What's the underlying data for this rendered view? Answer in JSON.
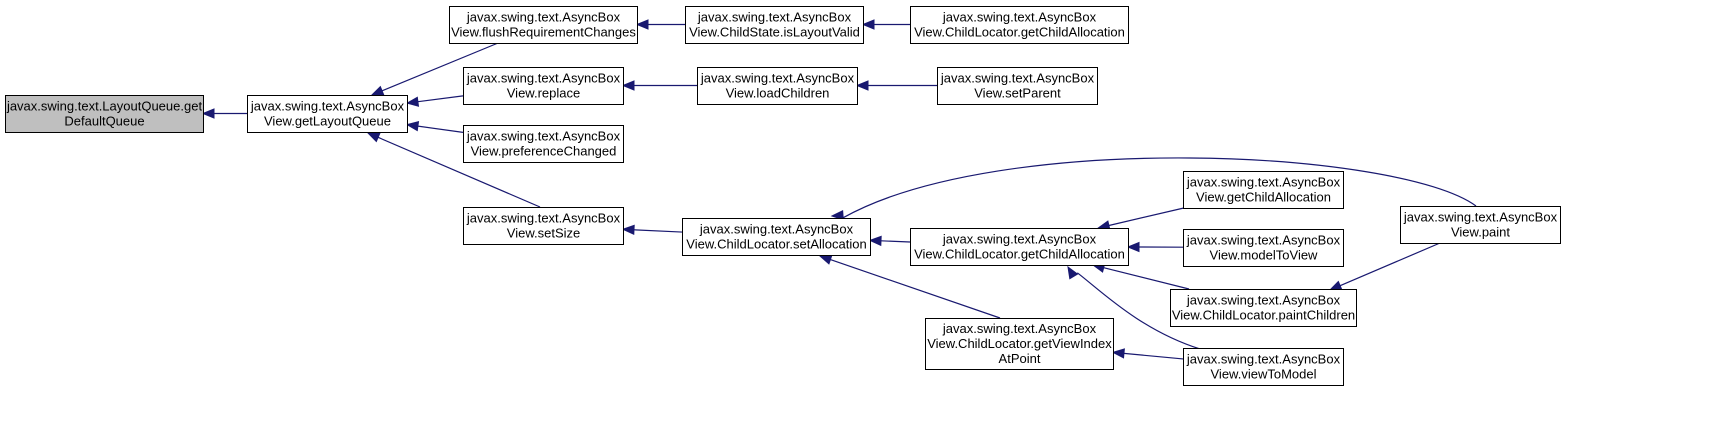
{
  "nodes": [
    {
      "id": "getDefaultQueue",
      "lines": [
        "javax.swing.text.LayoutQueue.get",
        "DefaultQueue"
      ],
      "root": true
    },
    {
      "id": "getLayoutQueue",
      "lines": [
        "javax.swing.text.AsyncBox",
        "View.getLayoutQueue"
      ]
    },
    {
      "id": "flushRequirementChanges",
      "lines": [
        "javax.swing.text.AsyncBox",
        "View.flushRequirementChanges"
      ]
    },
    {
      "id": "replace",
      "lines": [
        "javax.swing.text.AsyncBox",
        "View.replace"
      ]
    },
    {
      "id": "preferenceChanged",
      "lines": [
        "javax.swing.text.AsyncBox",
        "View.preferenceChanged"
      ]
    },
    {
      "id": "setSize",
      "lines": [
        "javax.swing.text.AsyncBox",
        "View.setSize"
      ]
    },
    {
      "id": "isLayoutValid",
      "lines": [
        "javax.swing.text.AsyncBox",
        "View.ChildState.isLayoutValid"
      ]
    },
    {
      "id": "loadChildren",
      "lines": [
        "javax.swing.text.AsyncBox",
        "View.loadChildren"
      ]
    },
    {
      "id": "setAllocation",
      "lines": [
        "javax.swing.text.AsyncBox",
        "View.ChildLocator.setAllocation"
      ]
    },
    {
      "id": "locGetChildAllocationTop",
      "lines": [
        "javax.swing.text.AsyncBox",
        "View.ChildLocator.getChildAllocation"
      ]
    },
    {
      "id": "setParent",
      "lines": [
        "javax.swing.text.AsyncBox",
        "View.setParent"
      ]
    },
    {
      "id": "locGetChildAllocation",
      "lines": [
        "javax.swing.text.AsyncBox",
        "View.ChildLocator.getChildAllocation"
      ]
    },
    {
      "id": "getViewIndexAtPoint",
      "lines": [
        "javax.swing.text.AsyncBox",
        "View.ChildLocator.getViewIndex",
        "AtPoint"
      ]
    },
    {
      "id": "viewGetChildAllocation",
      "lines": [
        "javax.swing.text.AsyncBox",
        "View.getChildAllocation"
      ]
    },
    {
      "id": "modelToView",
      "lines": [
        "javax.swing.text.AsyncBox",
        "View.modelToView"
      ]
    },
    {
      "id": "paintChildren",
      "lines": [
        "javax.swing.text.AsyncBox",
        "View.ChildLocator.paintChildren"
      ]
    },
    {
      "id": "viewToModel",
      "lines": [
        "javax.swing.text.AsyncBox",
        "View.viewToModel"
      ]
    },
    {
      "id": "paint",
      "lines": [
        "javax.swing.text.AsyncBox",
        "View.paint"
      ]
    }
  ],
  "edges": [
    {
      "from": "getLayoutQueue",
      "to": "getDefaultQueue"
    },
    {
      "from": "flushRequirementChanges",
      "to": "getLayoutQueue"
    },
    {
      "from": "replace",
      "to": "getLayoutQueue"
    },
    {
      "from": "preferenceChanged",
      "to": "getLayoutQueue"
    },
    {
      "from": "setSize",
      "to": "getLayoutQueue"
    },
    {
      "from": "isLayoutValid",
      "to": "flushRequirementChanges"
    },
    {
      "from": "locGetChildAllocationTop",
      "to": "isLayoutValid"
    },
    {
      "from": "loadChildren",
      "to": "replace"
    },
    {
      "from": "setParent",
      "to": "loadChildren"
    },
    {
      "from": "setAllocation",
      "to": "setSize"
    },
    {
      "from": "locGetChildAllocation",
      "to": "setAllocation"
    },
    {
      "from": "getViewIndexAtPoint",
      "to": "setAllocation"
    },
    {
      "from": "paint",
      "to": "setAllocation"
    },
    {
      "from": "viewGetChildAllocation",
      "to": "locGetChildAllocation"
    },
    {
      "from": "modelToView",
      "to": "locGetChildAllocation"
    },
    {
      "from": "paintChildren",
      "to": "locGetChildAllocation"
    },
    {
      "from": "viewToModel",
      "to": "locGetChildAllocation"
    },
    {
      "from": "viewToModel",
      "to": "getViewIndexAtPoint"
    },
    {
      "from": "paint",
      "to": "paintChildren"
    }
  ]
}
